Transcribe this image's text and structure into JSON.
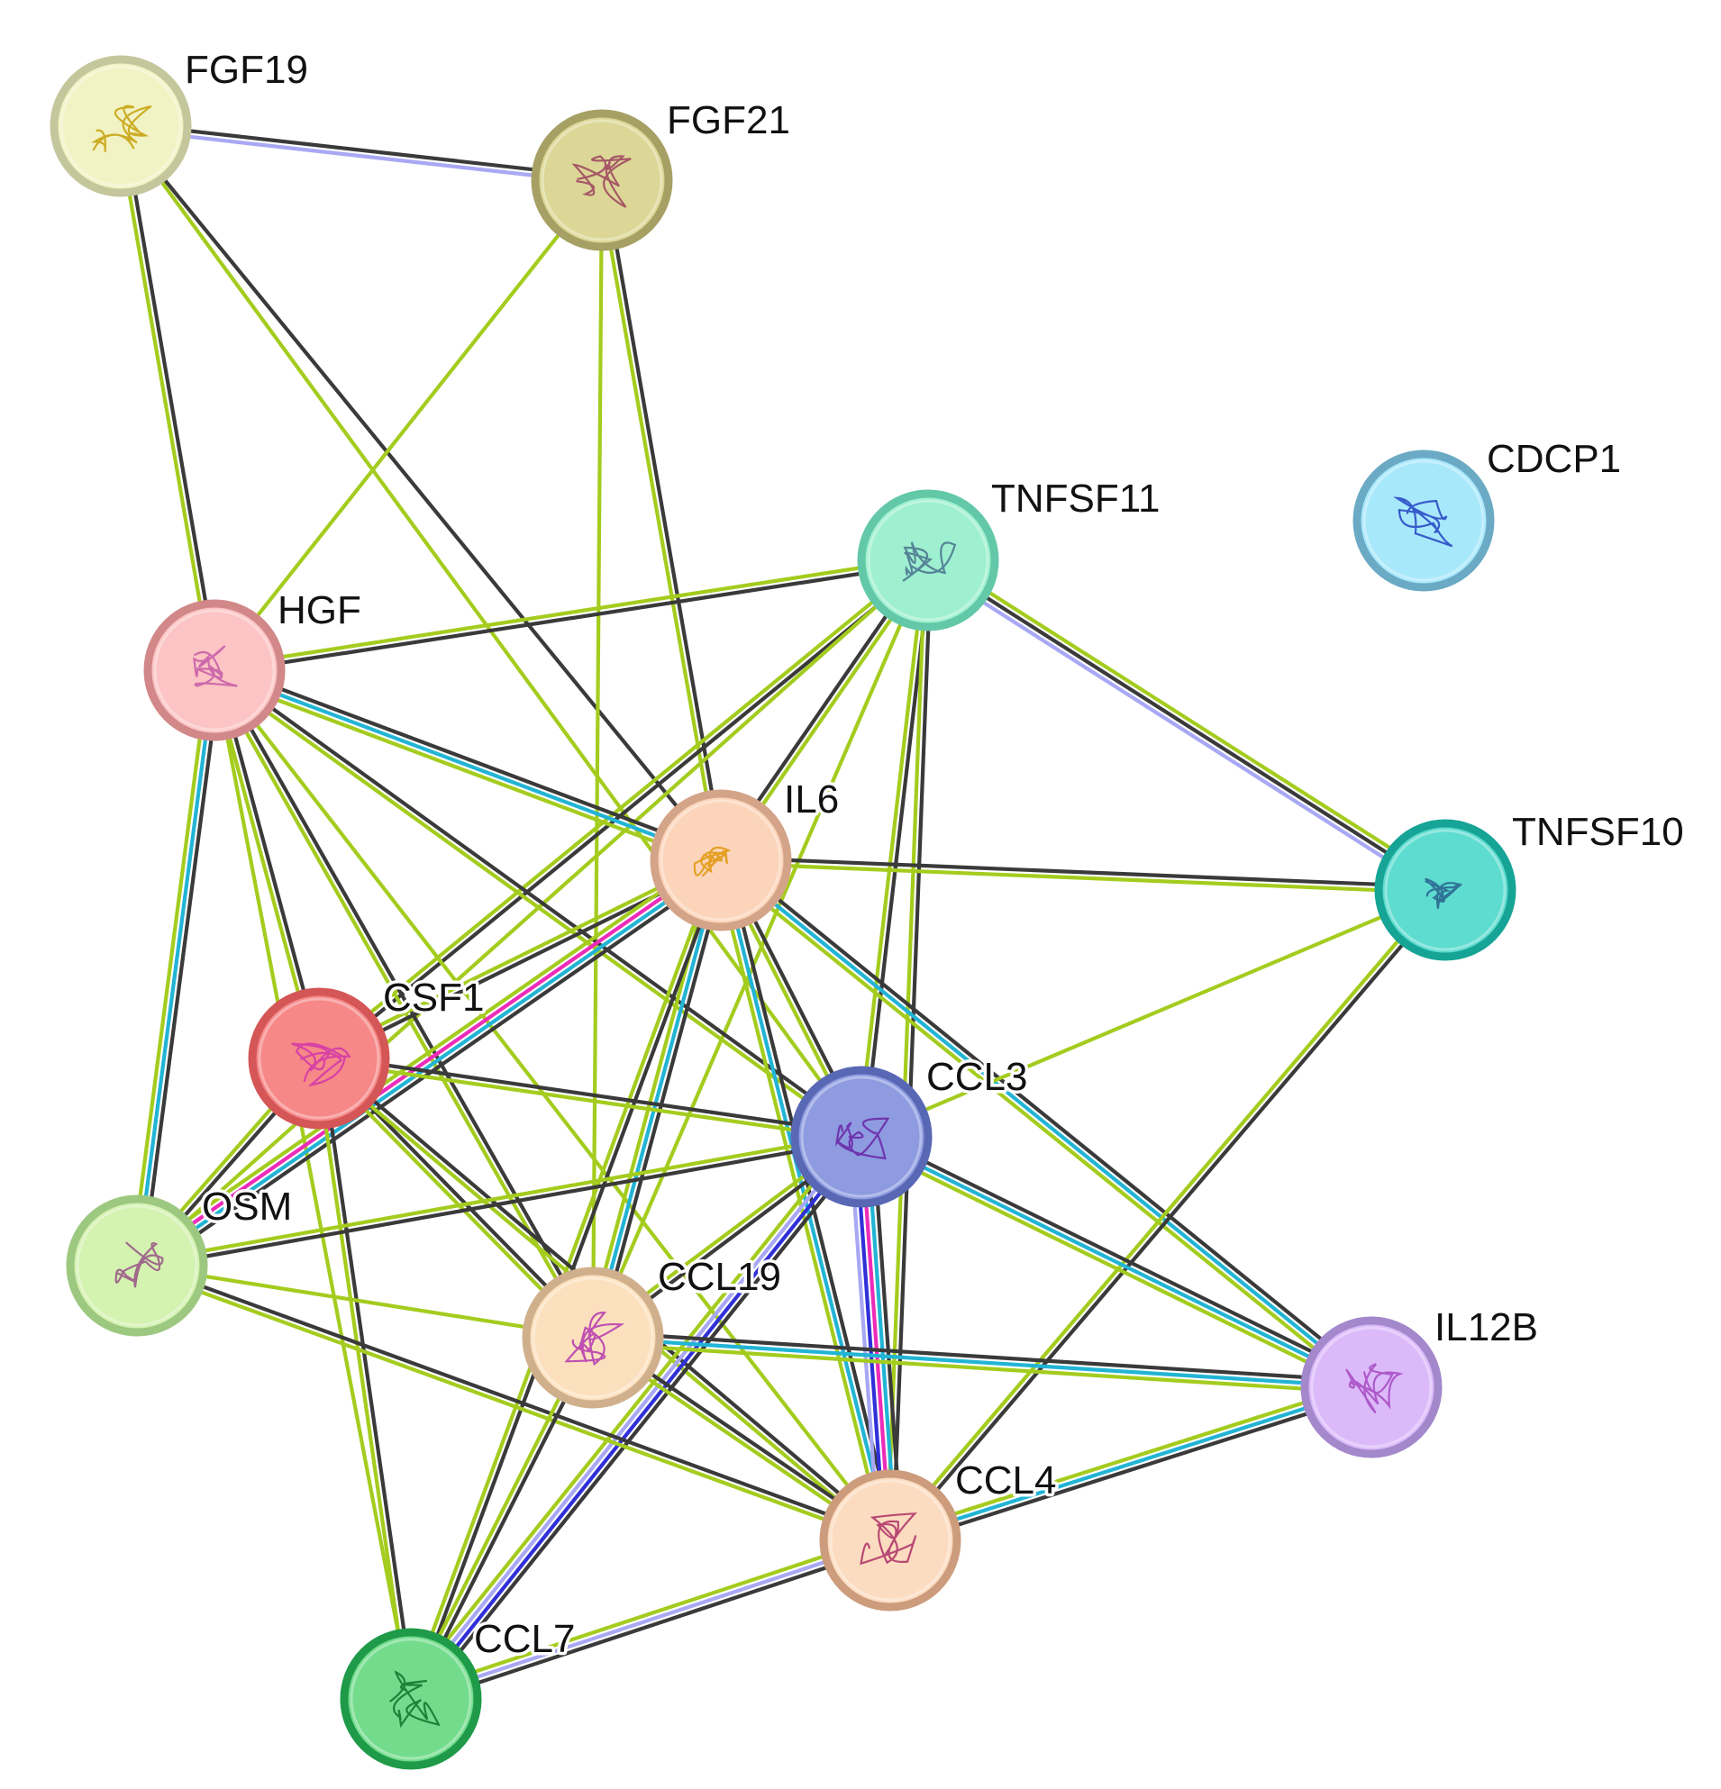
{
  "network": {
    "nodes": [
      {
        "id": "FGF19",
        "label": "FGF19",
        "fill": "#f2f3c4",
        "stroke": "#c4c69c",
        "glyph": "#c8a414"
      },
      {
        "id": "FGF21",
        "label": "FGF21",
        "fill": "#dcd796",
        "stroke": "#a6a064",
        "glyph": "#a04a62"
      },
      {
        "id": "CDCP1",
        "label": "CDCP1",
        "fill": "#a8e8fb",
        "stroke": "#6aaac4",
        "glyph": "#2a4cc4"
      },
      {
        "id": "TNFSF11",
        "label": "TNFSF11",
        "fill": "#9ef0d0",
        "stroke": "#62c8a8",
        "glyph": "#4c7890"
      },
      {
        "id": "HGF",
        "label": "HGF",
        "fill": "#fcc4c4",
        "stroke": "#d28888",
        "glyph": "#c860a8"
      },
      {
        "id": "IL6",
        "label": "IL6",
        "fill": "#fcd4ba",
        "stroke": "#d4a488",
        "glyph": "#e09a14"
      },
      {
        "id": "TNFSF10",
        "label": "TNFSF10",
        "fill": "#5edcd0",
        "stroke": "#16a496",
        "glyph": "#2a6890"
      },
      {
        "id": "CSF1",
        "label": "CSF1",
        "fill": "#f68888",
        "stroke": "#d45656",
        "glyph": "#d43aa8"
      },
      {
        "id": "CCL3",
        "label": "CCL3",
        "fill": "#8e9be0",
        "stroke": "#5868b4",
        "glyph": "#6a2aa8"
      },
      {
        "id": "OSM",
        "label": "OSM",
        "fill": "#d4f2b0",
        "stroke": "#9cc880",
        "glyph": "#9a5a88"
      },
      {
        "id": "CCL19",
        "label": "CCL19",
        "fill": "#fce0be",
        "stroke": "#d0b08c",
        "glyph": "#b840b0"
      },
      {
        "id": "IL12B",
        "label": "IL12B",
        "fill": "#dcbafa",
        "stroke": "#a488cc",
        "glyph": "#a850c4"
      },
      {
        "id": "CCL4",
        "label": "CCL4",
        "fill": "#fcdcc0",
        "stroke": "#cc9c7c",
        "glyph": "#b0386c"
      },
      {
        "id": "CCL7",
        "label": "CCL7",
        "fill": "#72dc8c",
        "stroke": "#1e9a48",
        "glyph": "#127a2c"
      }
    ],
    "edges": [
      {
        "source": "FGF19",
        "target": "FGF21",
        "evidence": [
          "black",
          "violet"
        ]
      },
      {
        "source": "FGF19",
        "target": "HGF",
        "evidence": [
          "black",
          "lime"
        ]
      },
      {
        "source": "FGF19",
        "target": "IL6",
        "evidence": [
          "black"
        ]
      },
      {
        "source": "FGF19",
        "target": "CCL3",
        "evidence": [
          "lime"
        ]
      },
      {
        "source": "FGF21",
        "target": "HGF",
        "evidence": [
          "lime"
        ]
      },
      {
        "source": "FGF21",
        "target": "IL6",
        "evidence": [
          "black",
          "lime"
        ]
      },
      {
        "source": "FGF21",
        "target": "CCL19",
        "evidence": [
          "lime"
        ]
      },
      {
        "source": "TNFSF11",
        "target": "HGF",
        "evidence": [
          "black",
          "lime"
        ]
      },
      {
        "source": "TNFSF11",
        "target": "TNFSF10",
        "evidence": [
          "lime",
          "black",
          "violet"
        ]
      },
      {
        "source": "TNFSF11",
        "target": "IL6",
        "evidence": [
          "lime",
          "black"
        ]
      },
      {
        "source": "TNFSF11",
        "target": "CSF1",
        "evidence": [
          "black",
          "lime"
        ]
      },
      {
        "source": "TNFSF11",
        "target": "OSM",
        "evidence": [
          "lime"
        ]
      },
      {
        "source": "TNFSF11",
        "target": "CCL3",
        "evidence": [
          "black",
          "lime"
        ]
      },
      {
        "source": "TNFSF11",
        "target": "CCL19",
        "evidence": [
          "lime"
        ]
      },
      {
        "source": "TNFSF11",
        "target": "CCL4",
        "evidence": [
          "black",
          "lime"
        ]
      },
      {
        "source": "HGF",
        "target": "IL6",
        "evidence": [
          "black",
          "cyan",
          "lime"
        ]
      },
      {
        "source": "HGF",
        "target": "CSF1",
        "evidence": [
          "black",
          "lime"
        ]
      },
      {
        "source": "HGF",
        "target": "OSM",
        "evidence": [
          "black",
          "cyan",
          "lime"
        ]
      },
      {
        "source": "HGF",
        "target": "CCL3",
        "evidence": [
          "black",
          "lime"
        ]
      },
      {
        "source": "HGF",
        "target": "CCL19",
        "evidence": [
          "black",
          "lime"
        ]
      },
      {
        "source": "HGF",
        "target": "CCL4",
        "evidence": [
          "lime"
        ]
      },
      {
        "source": "HGF",
        "target": "CCL7",
        "evidence": [
          "lime"
        ]
      },
      {
        "source": "IL6",
        "target": "TNFSF10",
        "evidence": [
          "black",
          "lime"
        ]
      },
      {
        "source": "IL6",
        "target": "CSF1",
        "evidence": [
          "black",
          "lime"
        ]
      },
      {
        "source": "IL6",
        "target": "OSM",
        "evidence": [
          "black",
          "cyan",
          "magenta",
          "lime"
        ]
      },
      {
        "source": "IL6",
        "target": "CCL3",
        "evidence": [
          "black",
          "lime"
        ]
      },
      {
        "source": "IL6",
        "target": "CCL19",
        "evidence": [
          "black",
          "cyan",
          "lime"
        ]
      },
      {
        "source": "IL6",
        "target": "IL12B",
        "evidence": [
          "black",
          "cyan",
          "lime"
        ]
      },
      {
        "source": "IL6",
        "target": "CCL4",
        "evidence": [
          "black",
          "cyan",
          "lime"
        ]
      },
      {
        "source": "IL6",
        "target": "CCL7",
        "evidence": [
          "black",
          "lime"
        ]
      },
      {
        "source": "TNFSF10",
        "target": "CCL3",
        "evidence": [
          "lime"
        ]
      },
      {
        "source": "TNFSF10",
        "target": "CCL4",
        "evidence": [
          "black",
          "lime"
        ]
      },
      {
        "source": "CSF1",
        "target": "OSM",
        "evidence": [
          "black",
          "lime"
        ]
      },
      {
        "source": "CSF1",
        "target": "CCL3",
        "evidence": [
          "black",
          "lime"
        ]
      },
      {
        "source": "CSF1",
        "target": "CCL19",
        "evidence": [
          "black",
          "lime"
        ]
      },
      {
        "source": "CSF1",
        "target": "CCL4",
        "evidence": [
          "black",
          "lime"
        ]
      },
      {
        "source": "CSF1",
        "target": "CCL7",
        "evidence": [
          "black",
          "lime"
        ]
      },
      {
        "source": "CCL3",
        "target": "OSM",
        "evidence": [
          "black",
          "lime"
        ]
      },
      {
        "source": "CCL3",
        "target": "CCL19",
        "evidence": [
          "black",
          "lime"
        ]
      },
      {
        "source": "CCL3",
        "target": "IL12B",
        "evidence": [
          "black",
          "cyan",
          "lime"
        ]
      },
      {
        "source": "CCL3",
        "target": "CCL4",
        "evidence": [
          "black",
          "cyan",
          "magenta",
          "blue",
          "violet"
        ]
      },
      {
        "source": "CCL3",
        "target": "CCL7",
        "evidence": [
          "black",
          "blue",
          "violet",
          "lime"
        ]
      },
      {
        "source": "OSM",
        "target": "CCL19",
        "evidence": [
          "lime"
        ]
      },
      {
        "source": "OSM",
        "target": "CCL4",
        "evidence": [
          "black",
          "lime"
        ]
      },
      {
        "source": "CCL19",
        "target": "IL12B",
        "evidence": [
          "black",
          "cyan",
          "lime"
        ]
      },
      {
        "source": "CCL19",
        "target": "CCL4",
        "evidence": [
          "black",
          "lime"
        ]
      },
      {
        "source": "CCL19",
        "target": "CCL7",
        "evidence": [
          "black",
          "lime"
        ]
      },
      {
        "source": "IL12B",
        "target": "CCL4",
        "evidence": [
          "black",
          "cyan",
          "lime"
        ]
      },
      {
        "source": "CCL4",
        "target": "CCL7",
        "evidence": [
          "black",
          "violet",
          "lime"
        ]
      }
    ],
    "evidence_colors": {
      "black": "#3a3a3a",
      "lime": "#a4cc1e",
      "cyan": "#22b4d4",
      "magenta": "#ec2cb8",
      "blue": "#3030d8",
      "violet": "#a8a8f4"
    }
  }
}
